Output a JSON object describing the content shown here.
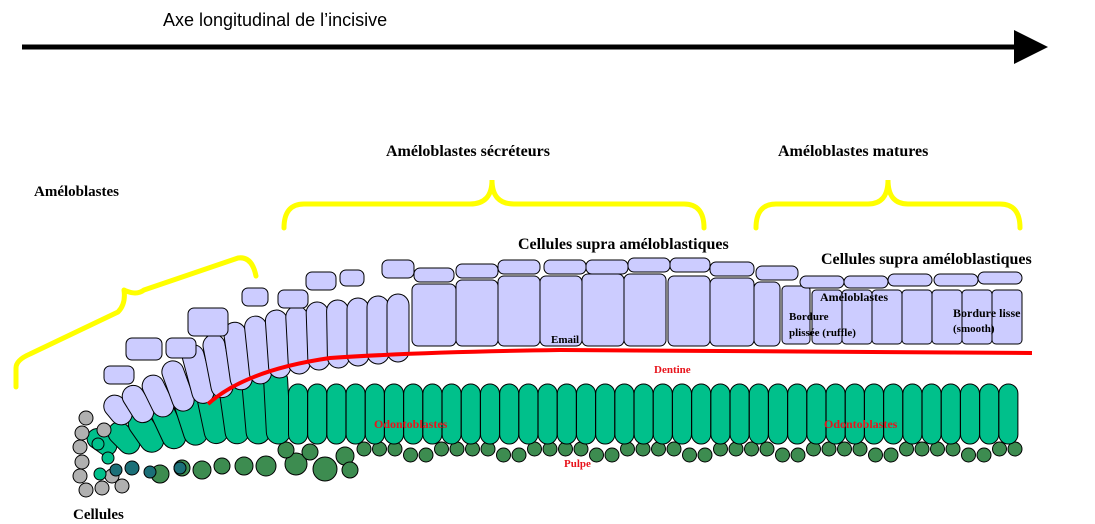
{
  "axis": {
    "title": "Axe longitudinal de l’incisive"
  },
  "labels": {
    "ameloblastes_header": "Améloblastes",
    "secretory": "Améloblastes sécréteurs",
    "mature": "Améloblastes matures",
    "supra_secretory": "Cellules supra améloblastiques",
    "supra_mature": "Cellules supra améloblastiques",
    "ameloblastes_inner": "Améloblastes",
    "bordure_plissee_line1": "Bordure",
    "bordure_plissee_line2": "plissée (ruffle)",
    "bordure_lisse_line1": "Bordure lisse",
    "bordure_lisse_line2": "(smooth)",
    "email": "Email",
    "dentine": "Dentine",
    "odontoblastes_left": "Odontoblastes",
    "odontoblastes_right": "Odontoblastes",
    "pulpe": "Pulpe",
    "cellules": "Cellules"
  },
  "colors": {
    "bracket": "#ffff00",
    "ameloblast_fill": "#ccccff",
    "odontoblast_fill": "#00c08b",
    "pulp_cell_fill": "#3d8c50",
    "dentin_line": "#ff0000",
    "stem_cell_fill": "#b0b0b0",
    "dark_teal_cell": "#1b6f78"
  }
}
